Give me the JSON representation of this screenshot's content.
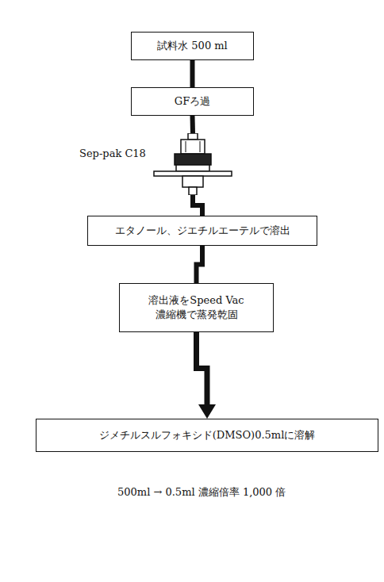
{
  "diagram": {
    "nodes": [
      {
        "text": [
          "試料水 500 ml"
        ]
      },
      {
        "text": [
          "GFろ過"
        ]
      },
      {
        "text": [
          "Sep-pak C18"
        ]
      },
      {
        "text": [
          "エタノール、ジエチルエーテルで溶出"
        ]
      },
      {
        "text": [
          "溶出液をSpeed Vac 濃縮機で蒸発乾固"
        ]
      },
      {
        "text": [
          "ジメチルスルフォキシド(DMSO)0.5mlに溶解"
        ]
      }
    ],
    "edges": [
      {
        "from": 0,
        "to": 1,
        "arrow": "none"
      },
      {
        "from": 1,
        "to": 2,
        "arrow": "none"
      },
      {
        "from": 2,
        "to": 3,
        "arrow": "none"
      },
      {
        "from": 3,
        "to": 4,
        "arrow": "none"
      },
      {
        "from": 4,
        "to": 5,
        "arrow": "to"
      }
    ],
    "labels": [
      "500ml → 0.5ml 濃縮倍率 1,000 倍"
    ]
  }
}
